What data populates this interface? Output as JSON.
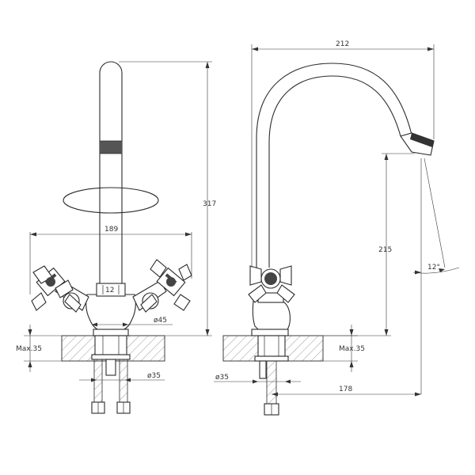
{
  "dimensions": {
    "height_total": "317",
    "spread": "189",
    "base_diameter_front": "ø45",
    "max_thickness_left": "Max.35",
    "hole_diameter_left": "ø35",
    "width_total": "212",
    "spout_height": "215",
    "swivel_angle": "12°",
    "max_thickness_right": "Max.35",
    "hole_diameter_right": "ø35",
    "spout_reach": "178"
  }
}
